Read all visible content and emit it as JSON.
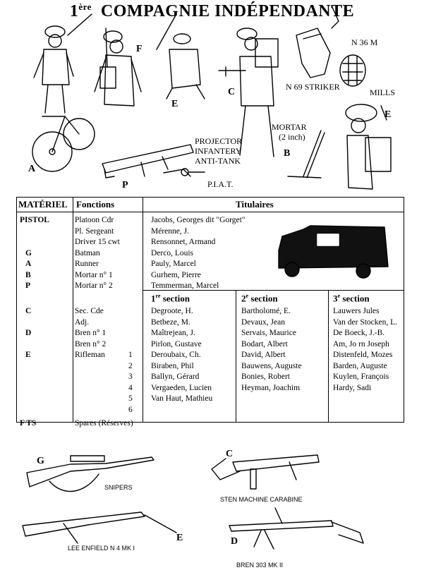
{
  "header": {
    "number": "1",
    "ordinal_suffix": "ère",
    "title": "COMPAGNIE INDÉPENDANTE"
  },
  "illustration_labels": {
    "A": "A",
    "F": "F",
    "E_top": "E",
    "C_top": "C",
    "N36M": "N 36 M",
    "N69": "N 69 STRIKER",
    "MILLS": "MILLS",
    "E_right": "E",
    "MORTAR_1": "MORTAR",
    "MORTAR_2": "(2 inch)",
    "B": "B",
    "PROJ_1": "PROJECTOR",
    "PROJ_2": "INFANTERY",
    "PROJ_3": "ANTI-TANK",
    "P": "P",
    "PIAT": "P.I.A.T."
  },
  "table": {
    "headers": {
      "materiel": "MATÉRIEL",
      "fonctions": "Fonctions",
      "titulaires": "Titulaires"
    },
    "platoon_rows": [
      {
        "mat": "PISTOL",
        "fn": "Platoon Cdr",
        "name": "Jacobs, Georges dit \"Gorget\""
      },
      {
        "mat": "",
        "fn": "Pl. Sergeant",
        "name": "Mérenne, J."
      },
      {
        "mat": "",
        "fn": "Driver 15 cwt",
        "name": "Rensonnet, Armand"
      },
      {
        "mat": "G",
        "fn": "Batman",
        "name": "Derco, Louis"
      },
      {
        "mat": "A",
        "fn": "Runner",
        "name": "Pauly, Marcel"
      },
      {
        "mat": "B",
        "fn": "Mortar n° 1",
        "name": "Gurhem, Pierre"
      },
      {
        "mat": "P",
        "fn": "Mortar n° 2",
        "name": "Temmerman, Marcel"
      }
    ],
    "section_headers": [
      {
        "num": "1",
        "sup": "re",
        "label": "section"
      },
      {
        "num": "2",
        "sup": "e",
        "label": "section"
      },
      {
        "num": "3",
        "sup": "e",
        "label": "section"
      }
    ],
    "section_rows": [
      {
        "mat": "C",
        "fn": "Sec. Cde",
        "n": "",
        "s1": "Degroote, H.",
        "s2": "Bartholomé, E.",
        "s3": "Lauwers Jules"
      },
      {
        "mat": "",
        "fn": "Adj.",
        "n": "",
        "s1": "Betbeze, M.",
        "s2": "Devaux, Jean",
        "s3": "Van der Stocken, L."
      },
      {
        "mat": "D",
        "fn": "Bren n° 1",
        "n": "",
        "s1": "Maîtrejean, J.",
        "s2": "Servais, Maurice",
        "s3": "De Boeck, J.-B."
      },
      {
        "mat": "",
        "fn": "Bren n° 2",
        "n": "",
        "s1": "Pirlon, Gustave",
        "s2": "Bodart, Albert",
        "s3": "Am, Jo rn Joseph"
      },
      {
        "mat": "E",
        "fn": "Rifleman",
        "n": "1",
        "s1": "Deroubaix, Ch.",
        "s2": "David, Albert",
        "s3": "Distenfeld, Mozes"
      },
      {
        "mat": "",
        "fn": "",
        "n": "2",
        "s1": "Biraben, Phil",
        "s2": "Bauwens, Auguste",
        "s3": "Barden, Auguste"
      },
      {
        "mat": "",
        "fn": "",
        "n": "3",
        "s1": "Ballyn, Gérard",
        "s2": "Bonies, Robert",
        "s3": "Kuylen, François"
      },
      {
        "mat": "",
        "fn": "",
        "n": "4",
        "s1": "Vergaeden, Lucien",
        "s2": "Heyman, Joachim",
        "s3": "Hardy, Sadi"
      },
      {
        "mat": "",
        "fn": "",
        "n": "5",
        "s1": "Van Haut, Mathieu",
        "s2": "",
        "s3": ""
      },
      {
        "mat": "",
        "fn": "",
        "n": "6",
        "s1": "",
        "s2": "",
        "s3": ""
      },
      {
        "mat": "F TS",
        "fn": "Spares (Réserves)",
        "n": "",
        "s1": "",
        "s2": "",
        "s3": ""
      }
    ]
  },
  "weapons": {
    "G": "G",
    "snipers": "SNIPERS",
    "C": "C",
    "sten": "STEN MACHINE CARABINE",
    "lee": "LEE ENFIELD N 4 MK I",
    "E": "E",
    "D": "D",
    "bren": "BREN 303 MK II"
  }
}
